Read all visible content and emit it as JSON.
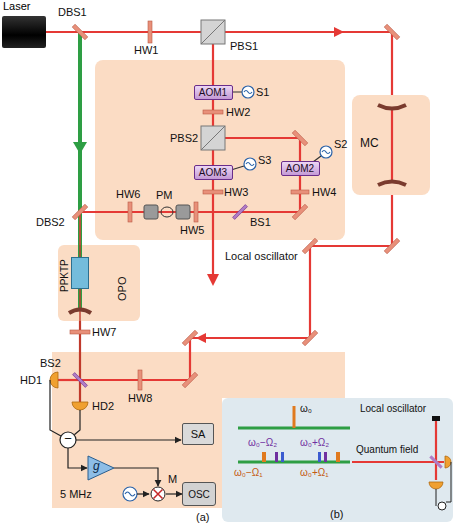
{
  "diagram": {
    "nodes": [
      {
        "text": [
          "Laser"
        ]
      },
      {
        "text": [
          "MC"
        ]
      },
      {
        "text": [
          "OPO"
        ]
      },
      {
        "text": [
          "PPKTP"
        ],
        "in": 2
      },
      {
        "text": [
          "AOM1"
        ]
      },
      {
        "text": [
          "AOM3"
        ]
      },
      {
        "text": [
          "AOM2"
        ]
      },
      {
        "text": [
          "SA"
        ]
      },
      {
        "text": [
          "g"
        ]
      },
      {
        "text": [
          "M"
        ]
      },
      {
        "text": [
          "OSC"
        ]
      }
    ],
    "edges": [
      {
        "from": 8,
        "to": 9,
        "arrow": "to"
      },
      {
        "from": 9,
        "to": 10,
        "arrow": "to"
      }
    ],
    "labels": [
      "DBS1",
      "HW1",
      "PBS1",
      "S1",
      "HW2",
      "PBS2",
      "S3",
      "S2",
      "HW3",
      "HW4",
      "HW6",
      "PM",
      "HW5",
      "BS1",
      "DBS2",
      "Local oscillator",
      "HW7",
      "BS2",
      "HD1",
      "HD2",
      "HW8",
      "−",
      "5 MHz",
      "(a)",
      "ω₀",
      "ω₀−Ω₂",
      "ω₀+Ω₂",
      "ω₀−Ω₁",
      "ω₀+Ω₁",
      "Local oscillator",
      "Quantum field",
      "(b)"
    ]
  }
}
